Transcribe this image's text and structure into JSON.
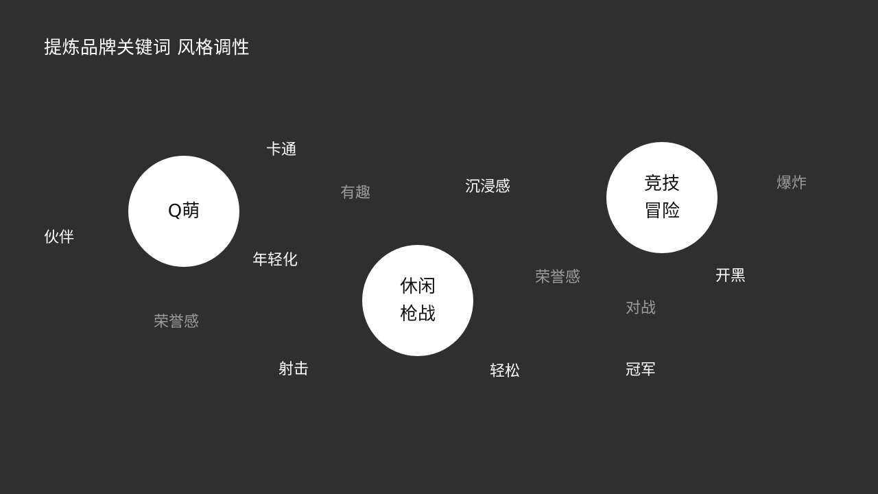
{
  "title": "提炼品牌关键词 风格调性",
  "colors": {
    "background": "#2f2f2f",
    "circle_fill": "#ffffff",
    "circle_text": "#111111",
    "keyword_bright": "#ffffff",
    "keyword_dim": "#9c9c9c"
  },
  "circles": {
    "q_meng": {
      "line1": "Q萌"
    },
    "casual_shooter": {
      "line1": "休闲",
      "line2": "枪战"
    },
    "competitive_adventure": {
      "line1": "竞技",
      "line2": "冒险"
    }
  },
  "keywords": {
    "huoban": "伙伴",
    "katong": "卡通",
    "nianqinghua": "年轻化",
    "rongyugan_left": "荣誉感",
    "sheji": "射击",
    "youqu": "有趣",
    "chenjingan": "沉浸感",
    "qingsong": "轻松",
    "rongyugan_mid": "荣誉感",
    "duizhan": "对战",
    "guanjun": "冠军",
    "kaihei": "开黑",
    "baozha": "爆炸"
  }
}
